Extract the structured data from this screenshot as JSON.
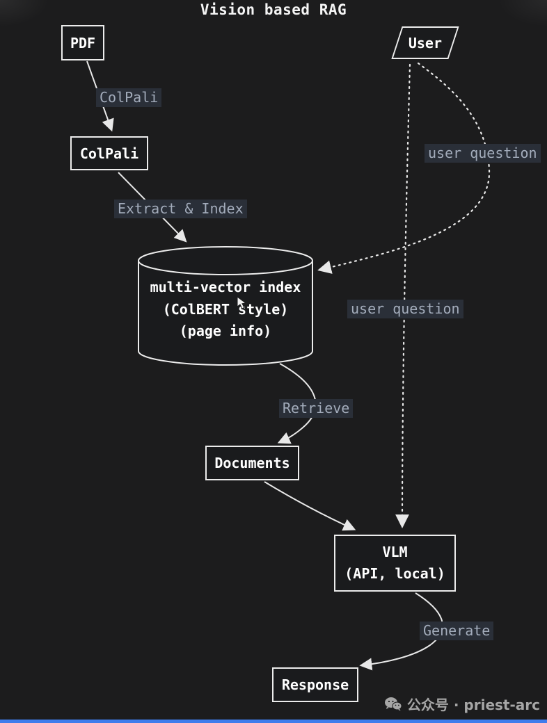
{
  "title": "Vision based RAG",
  "nodes": {
    "pdf": {
      "label": "PDF"
    },
    "user": {
      "label": "User"
    },
    "colpali": {
      "label": "ColPali"
    },
    "index": {
      "lines": [
        "multi-vector index",
        "(ColBERT style)",
        "(page info)"
      ]
    },
    "documents": {
      "label": "Documents"
    },
    "vlm": {
      "lines": [
        "VLM",
        "(API, local)"
      ]
    },
    "response": {
      "label": "Response"
    }
  },
  "edge_labels": {
    "colpali_transform": "ColPali",
    "extract_index": "Extract & Index",
    "user_question_to_index": "user question",
    "user_question_to_vlm": "user question",
    "retrieve": "Retrieve",
    "generate": "Generate"
  },
  "icons": {
    "cursor": "mouse-cursor-icon",
    "watermark": "wechat-icon"
  },
  "watermark": {
    "text": "公众号 · priest-arc"
  },
  "colors": {
    "background": "#1c1c1d",
    "node_border": "#ececec",
    "node_text": "#ffffff",
    "edge_label_bg": "#2a2f38",
    "edge_label_text": "#a3acbb",
    "arrow": "#e8e8e8",
    "progress_bar": "#3f7cec"
  }
}
